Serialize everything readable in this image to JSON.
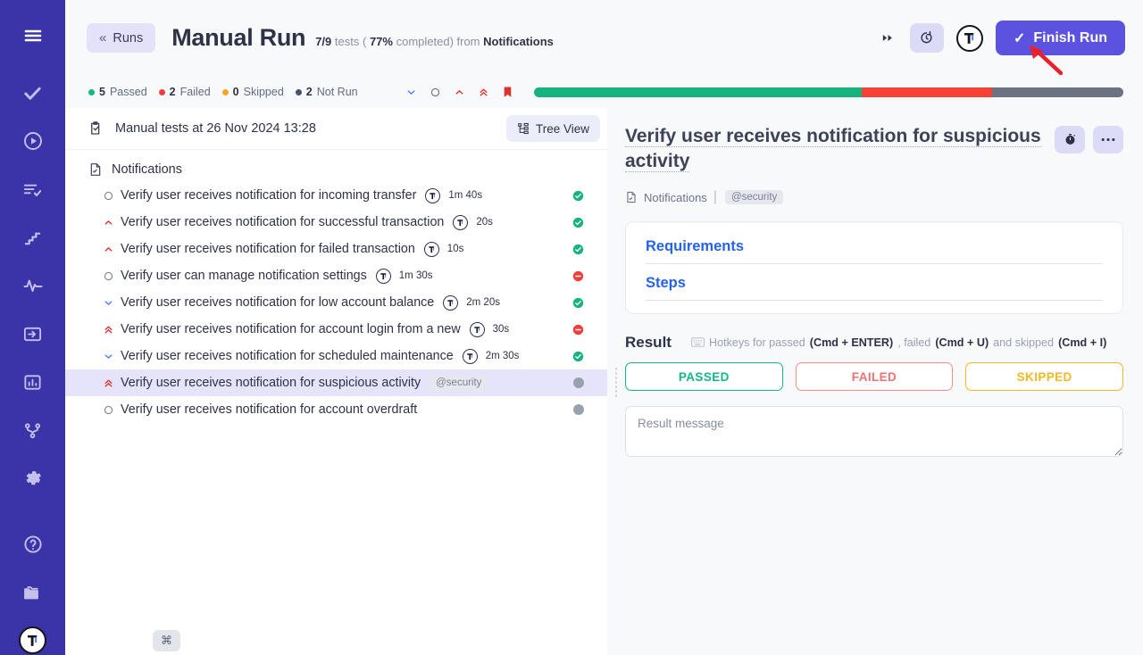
{
  "rail": {
    "items": [
      {
        "name": "menu-icon",
        "icon": "menu"
      },
      {
        "name": "check-icon",
        "icon": "check"
      },
      {
        "name": "play-circle-icon",
        "icon": "play-circle"
      },
      {
        "name": "test-list-icon",
        "icon": "list-check"
      },
      {
        "name": "steps-icon",
        "icon": "stairs"
      },
      {
        "name": "activity-icon",
        "icon": "activity"
      },
      {
        "name": "import-icon",
        "icon": "import"
      },
      {
        "name": "chart-icon",
        "icon": "chart"
      },
      {
        "name": "branch-icon",
        "icon": "branch"
      },
      {
        "name": "gear-icon",
        "icon": "gear"
      },
      {
        "name": "help-icon",
        "icon": "help"
      },
      {
        "name": "folder-icon",
        "icon": "folder"
      },
      {
        "name": "brand-avatar",
        "icon": "brand"
      }
    ]
  },
  "header": {
    "back_label": "Runs",
    "back_chevron": "«",
    "title": "Manual Run",
    "subtitle_count": "7/9",
    "subtitle_tests": "tests (",
    "subtitle_pct": "77%",
    "subtitle_completed": "completed) from",
    "subtitle_suite": "Notifications",
    "forward_icon": "fast-forward-icon",
    "timer_icon": "timer-reset-icon",
    "avatar_icon": "user-avatar",
    "finish_label": "Finish Run",
    "finish_check": "✓",
    "accent": "#5b53e0"
  },
  "status": {
    "counters": [
      {
        "count": "5",
        "label": "Passed",
        "color": "#12b886"
      },
      {
        "count": "2",
        "label": "Failed",
        "color": "#f03e3e"
      },
      {
        "count": "0",
        "label": "Skipped",
        "color": "#f5a623"
      },
      {
        "count": "2",
        "label": "Not Run",
        "color": "#4a5168"
      }
    ],
    "priority_filters": [
      {
        "name": "priority-low-filter",
        "glyph": "chevron-down",
        "color": "#4d7cfe"
      },
      {
        "name": "priority-medium-filter",
        "glyph": "circle",
        "color": "#6b7280"
      },
      {
        "name": "priority-high-filter",
        "glyph": "chevron-up",
        "color": "#e03131"
      },
      {
        "name": "priority-critical-filter",
        "glyph": "double-chevron-up",
        "color": "#e03131"
      },
      {
        "name": "priority-blocker-filter",
        "glyph": "flag",
        "color": "#e03131"
      }
    ],
    "progress": [
      {
        "label": "passed",
        "pct": 55.6,
        "color": "#16b37f"
      },
      {
        "label": "failed",
        "pct": 22.2,
        "color": "#f44336"
      },
      {
        "label": "not-run",
        "pct": 22.2,
        "color": "#6b7280"
      }
    ]
  },
  "list": {
    "header_title": "Manual tests at 26 Nov 2024 13:28",
    "header_icon": "clipboard-check-icon",
    "tree_view_label": "Tree View",
    "tree_view_icon": "tree-icon",
    "group_label": "Notifications",
    "group_icon": "file-check-icon",
    "rows": [
      {
        "priority": "medium",
        "name": "Verify user receives notification for incoming transfer",
        "avatar": true,
        "duration": "1m 40s",
        "tag": "",
        "status": "passed"
      },
      {
        "priority": "high",
        "name": "Verify user receives notification for successful transaction",
        "avatar": true,
        "duration": "20s",
        "tag": "",
        "status": "passed"
      },
      {
        "priority": "high",
        "name": "Verify user receives notification for failed transaction",
        "avatar": true,
        "duration": "10s",
        "tag": "",
        "status": "passed"
      },
      {
        "priority": "medium",
        "name": "Verify user can manage notification settings",
        "avatar": true,
        "duration": "1m 30s",
        "tag": "",
        "status": "failed"
      },
      {
        "priority": "low",
        "name": "Verify user receives notification for low account balance",
        "avatar": true,
        "duration": "2m 20s",
        "tag": "",
        "status": "passed"
      },
      {
        "priority": "critical",
        "name": "Verify user receives notification for account login from a new",
        "avatar": true,
        "duration": "30s",
        "tag": "",
        "status": "failed"
      },
      {
        "priority": "low",
        "name": "Verify user receives notification for scheduled maintenance",
        "avatar": true,
        "duration": "2m 30s",
        "tag": "",
        "status": "passed"
      },
      {
        "priority": "critical",
        "name": "Verify user receives notification for suspicious activity",
        "avatar": false,
        "duration": "",
        "tag": "@security",
        "status": "notrun",
        "selected": true
      },
      {
        "priority": "medium",
        "name": "Verify user receives notification for account overdraft",
        "avatar": false,
        "duration": "",
        "tag": "",
        "status": "notrun"
      }
    ]
  },
  "detail": {
    "title": "Verify user receives notification for suspicious activity",
    "stopwatch_icon": "stopwatch-icon",
    "more_icon": "more-horizontal-icon",
    "suite_icon": "file-check-icon",
    "suite": "Notifications",
    "separator": "|",
    "tag": "@security",
    "sections": [
      {
        "label": "Requirements"
      },
      {
        "label": "Steps"
      }
    ],
    "result_label": "Result",
    "hotkeys_icon": "keyboard-icon",
    "hotkeys": [
      {
        "text": "Hotkeys for passed",
        "bold": false
      },
      {
        "text": "(Cmd + ENTER)",
        "bold": true
      },
      {
        "text": ", failed",
        "bold": false
      },
      {
        "text": "(Cmd + U)",
        "bold": true
      },
      {
        "text": "and skipped",
        "bold": false
      },
      {
        "text": "(Cmd + I)",
        "bold": true
      }
    ],
    "buttons": {
      "passed": "PASSED",
      "failed": "FAILED",
      "skipped": "SKIPPED"
    },
    "result_message_value": "",
    "result_message_placeholder": "Result message"
  },
  "footer": {
    "cmd_chip": "⌘"
  }
}
